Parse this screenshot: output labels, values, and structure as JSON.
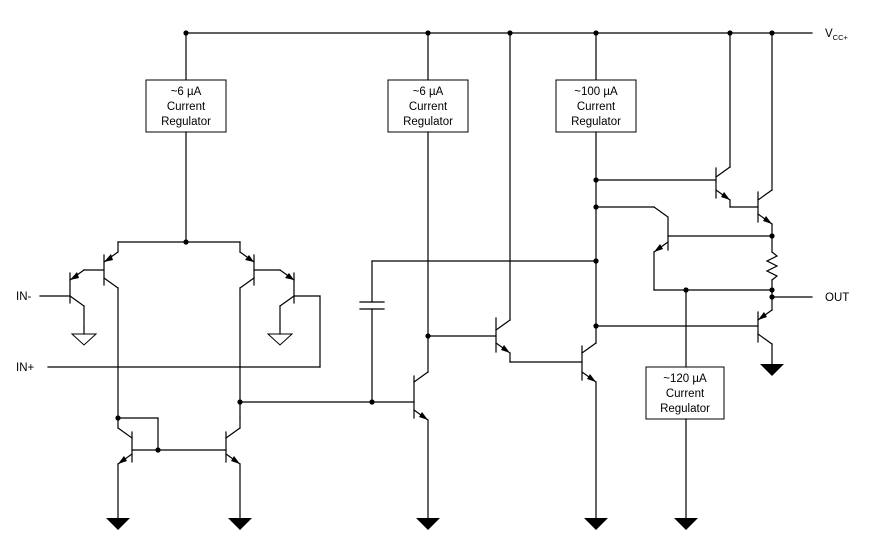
{
  "labels": {
    "vcc": "V",
    "vcc_sub": "CC+",
    "in_minus": "IN-",
    "in_plus": "IN+",
    "out": "OUT"
  },
  "regulators": [
    {
      "line1": "~6 µA",
      "line2": "Current",
      "line3": "Regulator"
    },
    {
      "line1": "~6 µA",
      "line2": "Current",
      "line3": "Regulator"
    },
    {
      "line1": "~100 µA",
      "line2": "Current",
      "line3": "Regulator"
    },
    {
      "line1": "~120 µA",
      "line2": "Current",
      "line3": "Regulator"
    }
  ]
}
